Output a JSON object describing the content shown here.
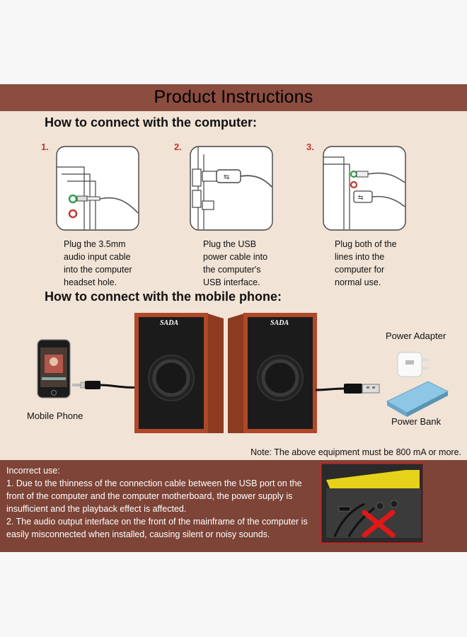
{
  "title": "Product Instructions",
  "computer_section": {
    "heading": "How to connect with the computer:",
    "steps": [
      {
        "number": "1.",
        "text_lines": [
          "Plug the 3.5mm",
          "audio input cable",
          "into the computer",
          "headset hole."
        ]
      },
      {
        "number": "2.",
        "text_lines": [
          "Plug the USB",
          "power cable into",
          "the computer's",
          "USB interface."
        ]
      },
      {
        "number": "3.",
        "text_lines": [
          "Plug both of the",
          "lines into the",
          "computer for",
          "normal use."
        ]
      }
    ]
  },
  "mobile_section": {
    "heading": "How to connect with the mobile phone:",
    "speaker_brand": "SADA",
    "labels": {
      "mobile_phone": "Mobile Phone",
      "power_adapter": "Power Adapter",
      "power_bank": "Power Bank"
    },
    "note": "Note: The above equipment must be 800 mA or more."
  },
  "incorrect_use": {
    "title": "Incorrect use:",
    "items": [
      "1. Due to the thinness of the connection cable between the USB port on the front of the computer and the computer motherboard, the power supply is insufficient and the playback effect is affected.",
      "2. The audio output interface on the front of the mainframe of the computer is easily misconnected when installed, causing silent or noisy sounds."
    ]
  },
  "colors": {
    "band": "#8a4d40",
    "background": "#f1e3d6",
    "step_number": "#c0392b",
    "speaker_wood": "#b0482a"
  }
}
